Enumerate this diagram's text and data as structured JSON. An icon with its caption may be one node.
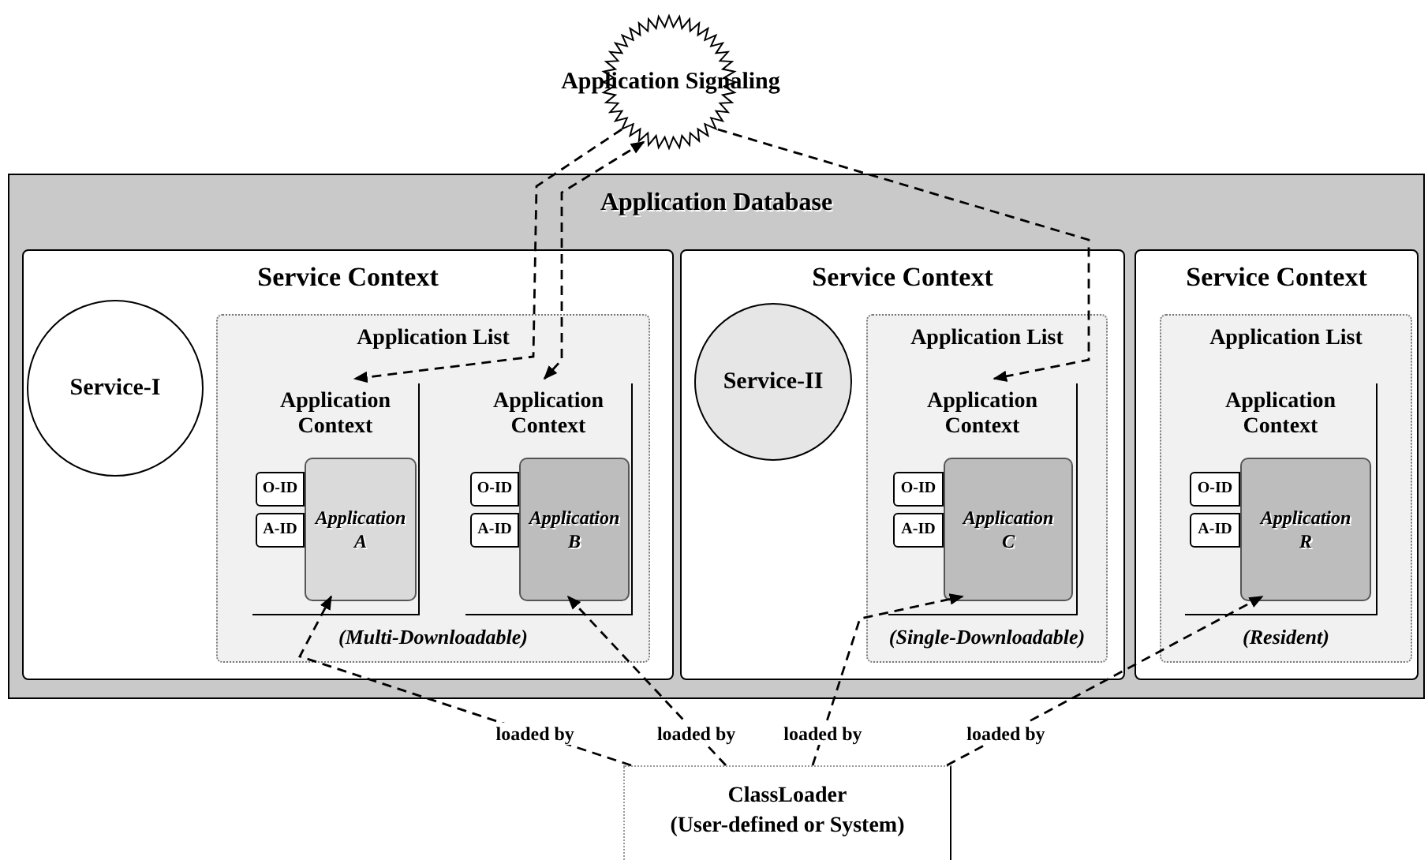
{
  "diagram": {
    "nodes": [
      {
        "text": [
          "Application Signaling"
        ]
      },
      {
        "text": [
          "Application Database"
        ]
      },
      {
        "text": [
          "Service Context"
        ],
        "in": 1
      },
      {
        "text": [
          "Service-I"
        ],
        "in": 2
      },
      {
        "text": [
          "Application List",
          "(Multi-Downloadable)"
        ],
        "in": 2
      },
      {
        "text": [
          "Application Context"
        ],
        "in": 4
      },
      {
        "text": [
          "Application A"
        ],
        "in": 5
      },
      {
        "text": [
          "O-ID"
        ],
        "in": 5
      },
      {
        "text": [
          "A-ID"
        ],
        "in": 5
      },
      {
        "text": [
          "Application Context"
        ],
        "in": 4
      },
      {
        "text": [
          "Application B"
        ],
        "in": 9
      },
      {
        "text": [
          "O-ID"
        ],
        "in": 9
      },
      {
        "text": [
          "A-ID"
        ],
        "in": 9
      },
      {
        "text": [
          "Service Context"
        ],
        "in": 1
      },
      {
        "text": [
          "Service-II"
        ],
        "in": 13
      },
      {
        "text": [
          "Application List",
          "(Single-Downloadable)"
        ],
        "in": 13
      },
      {
        "text": [
          "Application Context"
        ],
        "in": 15
      },
      {
        "text": [
          "Application C"
        ],
        "in": 16
      },
      {
        "text": [
          "O-ID"
        ],
        "in": 16
      },
      {
        "text": [
          "A-ID"
        ],
        "in": 16
      },
      {
        "text": [
          "Service Context"
        ],
        "in": 1
      },
      {
        "text": [
          "Application List",
          "(Resident)"
        ],
        "in": 20
      },
      {
        "text": [
          "Application Context"
        ],
        "in": 21
      },
      {
        "text": [
          "Application R"
        ],
        "in": 22
      },
      {
        "text": [
          "O-ID"
        ],
        "in": 22
      },
      {
        "text": [
          "A-ID"
        ],
        "in": 22
      },
      {
        "text": [
          "ClassLoader",
          "(User-defined or System)"
        ]
      }
    ],
    "edges": [
      {
        "from": 0,
        "to": 5,
        "arrow": "to",
        "style": "dashed"
      },
      {
        "from": 0,
        "to": 9,
        "arrow": "both",
        "style": "dashed"
      },
      {
        "from": 0,
        "to": 16,
        "arrow": "to",
        "style": "dashed"
      },
      {
        "from": 26,
        "to": 6,
        "arrow": "to",
        "style": "dashed",
        "label": "loaded by"
      },
      {
        "from": 26,
        "to": 10,
        "arrow": "to",
        "style": "dashed",
        "label": "loaded by"
      },
      {
        "from": 26,
        "to": 17,
        "arrow": "to",
        "style": "dashed",
        "label": "loaded by"
      },
      {
        "from": 26,
        "to": 23,
        "arrow": "to",
        "style": "dashed",
        "label": "loaded by"
      }
    ]
  }
}
